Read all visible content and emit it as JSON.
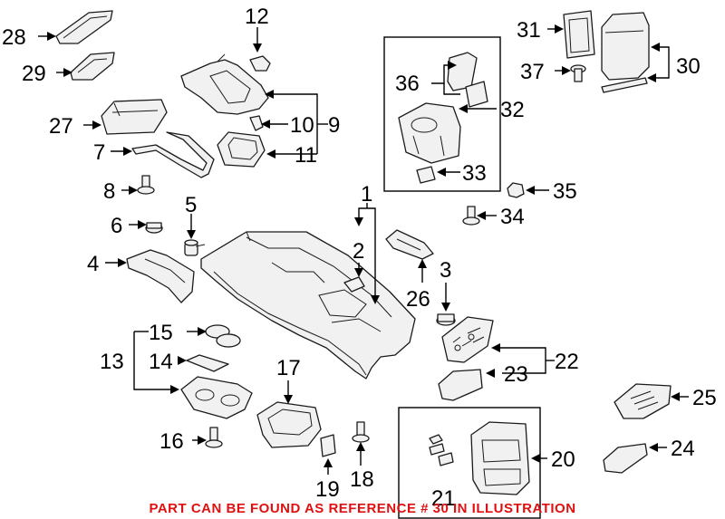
{
  "callouts": {
    "c1": "1",
    "c2": "2",
    "c3": "3",
    "c4": "4",
    "c5": "5",
    "c6": "6",
    "c7": "7",
    "c8": "8",
    "c9": "9",
    "c10": "10",
    "c11": "11",
    "c12": "12",
    "c13": "13",
    "c14": "14",
    "c15": "15",
    "c16": "16",
    "c17": "17",
    "c18": "18",
    "c19": "19",
    "c20": "20",
    "c21": "21",
    "c22": "22",
    "c23": "23",
    "c24": "24",
    "c25": "25",
    "c26": "26",
    "c27": "27",
    "c28": "28",
    "c29": "29",
    "c30": "30",
    "c31": "31",
    "c32": "32",
    "c33": "33",
    "c34": "34",
    "c35": "35",
    "c36": "36",
    "c37": "37"
  },
  "footer_note": "PART CAN BE FOUND AS REFERENCE # 30 IN ILLUSTRATION",
  "colors": {
    "line": "#000000",
    "note": "#e01010",
    "part_fill": "#f1f1f1"
  }
}
